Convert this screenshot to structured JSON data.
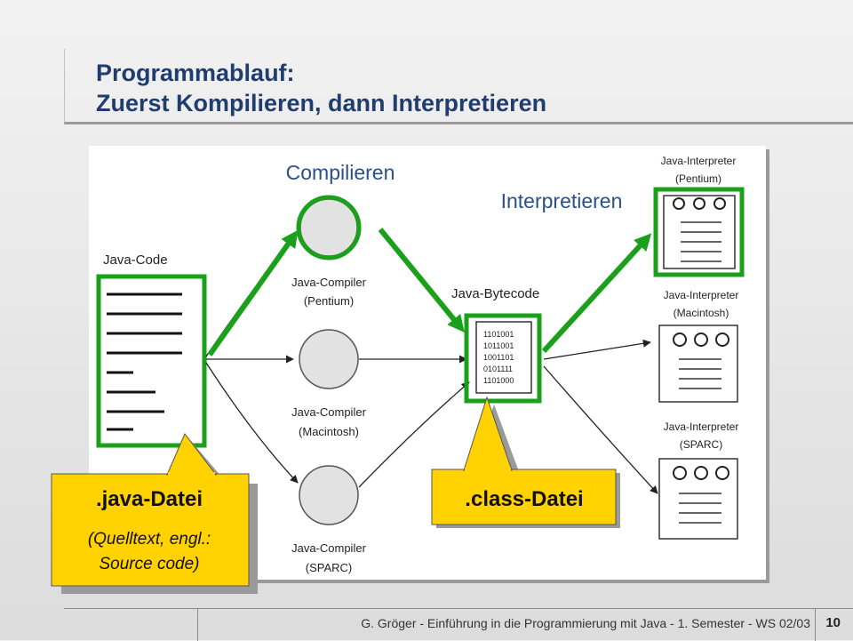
{
  "title": {
    "line1": "Programmablauf:",
    "line2": "Zuerst Kompilieren, dann Interpretieren"
  },
  "diagram": {
    "colors": {
      "accent": "#1aa01a",
      "callout": "#ffd200",
      "ink": "#222222",
      "panel": "#ffffff"
    },
    "step_labels": {
      "compile": "Compilieren",
      "interpret": "Interpretieren"
    },
    "java_code": {
      "label": "Java-Code"
    },
    "compilers": [
      {
        "line1": "Java-Compiler",
        "line2": "(Pentium)"
      },
      {
        "line1": "Java-Compiler",
        "line2": "(Macintosh)"
      },
      {
        "line1": "Java-Compiler",
        "line2": "(SPARC)"
      }
    ],
    "bytecode": {
      "label": "Java-Bytecode",
      "lines": [
        "1101001",
        "1011001",
        "1001101",
        "0101111",
        "1101000"
      ]
    },
    "interpreters": [
      {
        "line1": "Java-Interpreter",
        "line2": "(Pentium)"
      },
      {
        "line1": "Java-Interpreter",
        "line2": "(Macintosh)"
      },
      {
        "line1": "Java-Interpreter",
        "line2": "(SPARC)"
      }
    ],
    "callouts": {
      "java_file": {
        "line1": ".java-Datei",
        "line2": "(Quelltext, engl.:",
        "line3": "Source code)"
      },
      "class_file": {
        "line1": ".class-Datei"
      }
    }
  },
  "footer": {
    "text": "G. Gröger - Einführung in die Programmierung mit Java - 1. Semester - WS 02/03",
    "page": "10"
  }
}
